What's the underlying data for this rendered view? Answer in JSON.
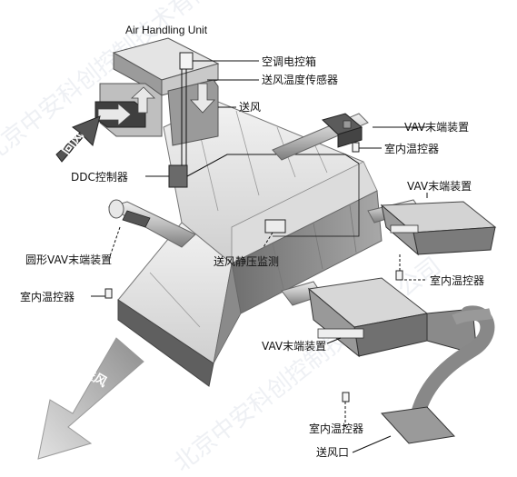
{
  "title": "Air Handling Unit",
  "labels": {
    "control_box": "空调电控箱",
    "supply_temp_sensor": "送风温度传感器",
    "supply_air_top": "送风",
    "vav_terminal_top": "VAV末端装置",
    "room_thermostat_top": "室内温控器",
    "ddc_controller": "DDC控制器",
    "vav_terminal_right": "VAV末端装置",
    "round_vav_terminal": "圆形VAV末端装置",
    "static_pressure": "送风静压监测",
    "room_thermostat_right": "室内温控器",
    "room_thermostat_left": "室内温控器",
    "vav_terminal_bottom": "VAV末端装置",
    "room_thermostat_bottom": "室内温控器",
    "supply_outlet": "送风口",
    "return_air": "回风",
    "supply_air_big": "送风"
  },
  "watermark": "北京中安科创控制技术有限公司",
  "colors": {
    "duct_top": "#e6e6e6",
    "duct_side": "#9a9a9a",
    "duct_dark": "#555555",
    "arrow": "#b4b4b4"
  }
}
